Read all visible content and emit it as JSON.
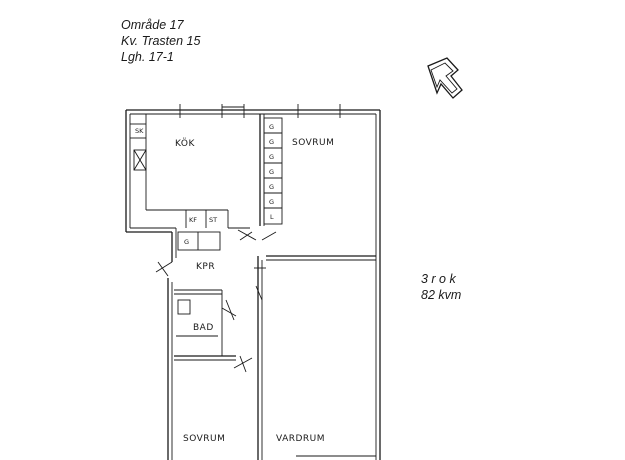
{
  "header": {
    "area": "Område  17",
    "block": "Kv. Trasten 15",
    "apartment": "Lgh. 17-1"
  },
  "summary": {
    "rooms": "3 r o k",
    "size": "82 kvm"
  },
  "rooms": {
    "kitchen": "KÖK",
    "bedroom_1": "SOVRUM",
    "hall": "KPR",
    "bath": "BAD",
    "bedroom_2": "SOVRUM",
    "living": "VARDRUM"
  },
  "fixtures": {
    "kitchen_sk": "SK",
    "kitchen_kf": "KF",
    "kitchen_st": "ST",
    "hall_closet": "G",
    "wardrobes": [
      "G",
      "G",
      "G",
      "G",
      "G",
      "G",
      "L"
    ]
  },
  "icons": {
    "compass": "north-arrow-icon"
  }
}
